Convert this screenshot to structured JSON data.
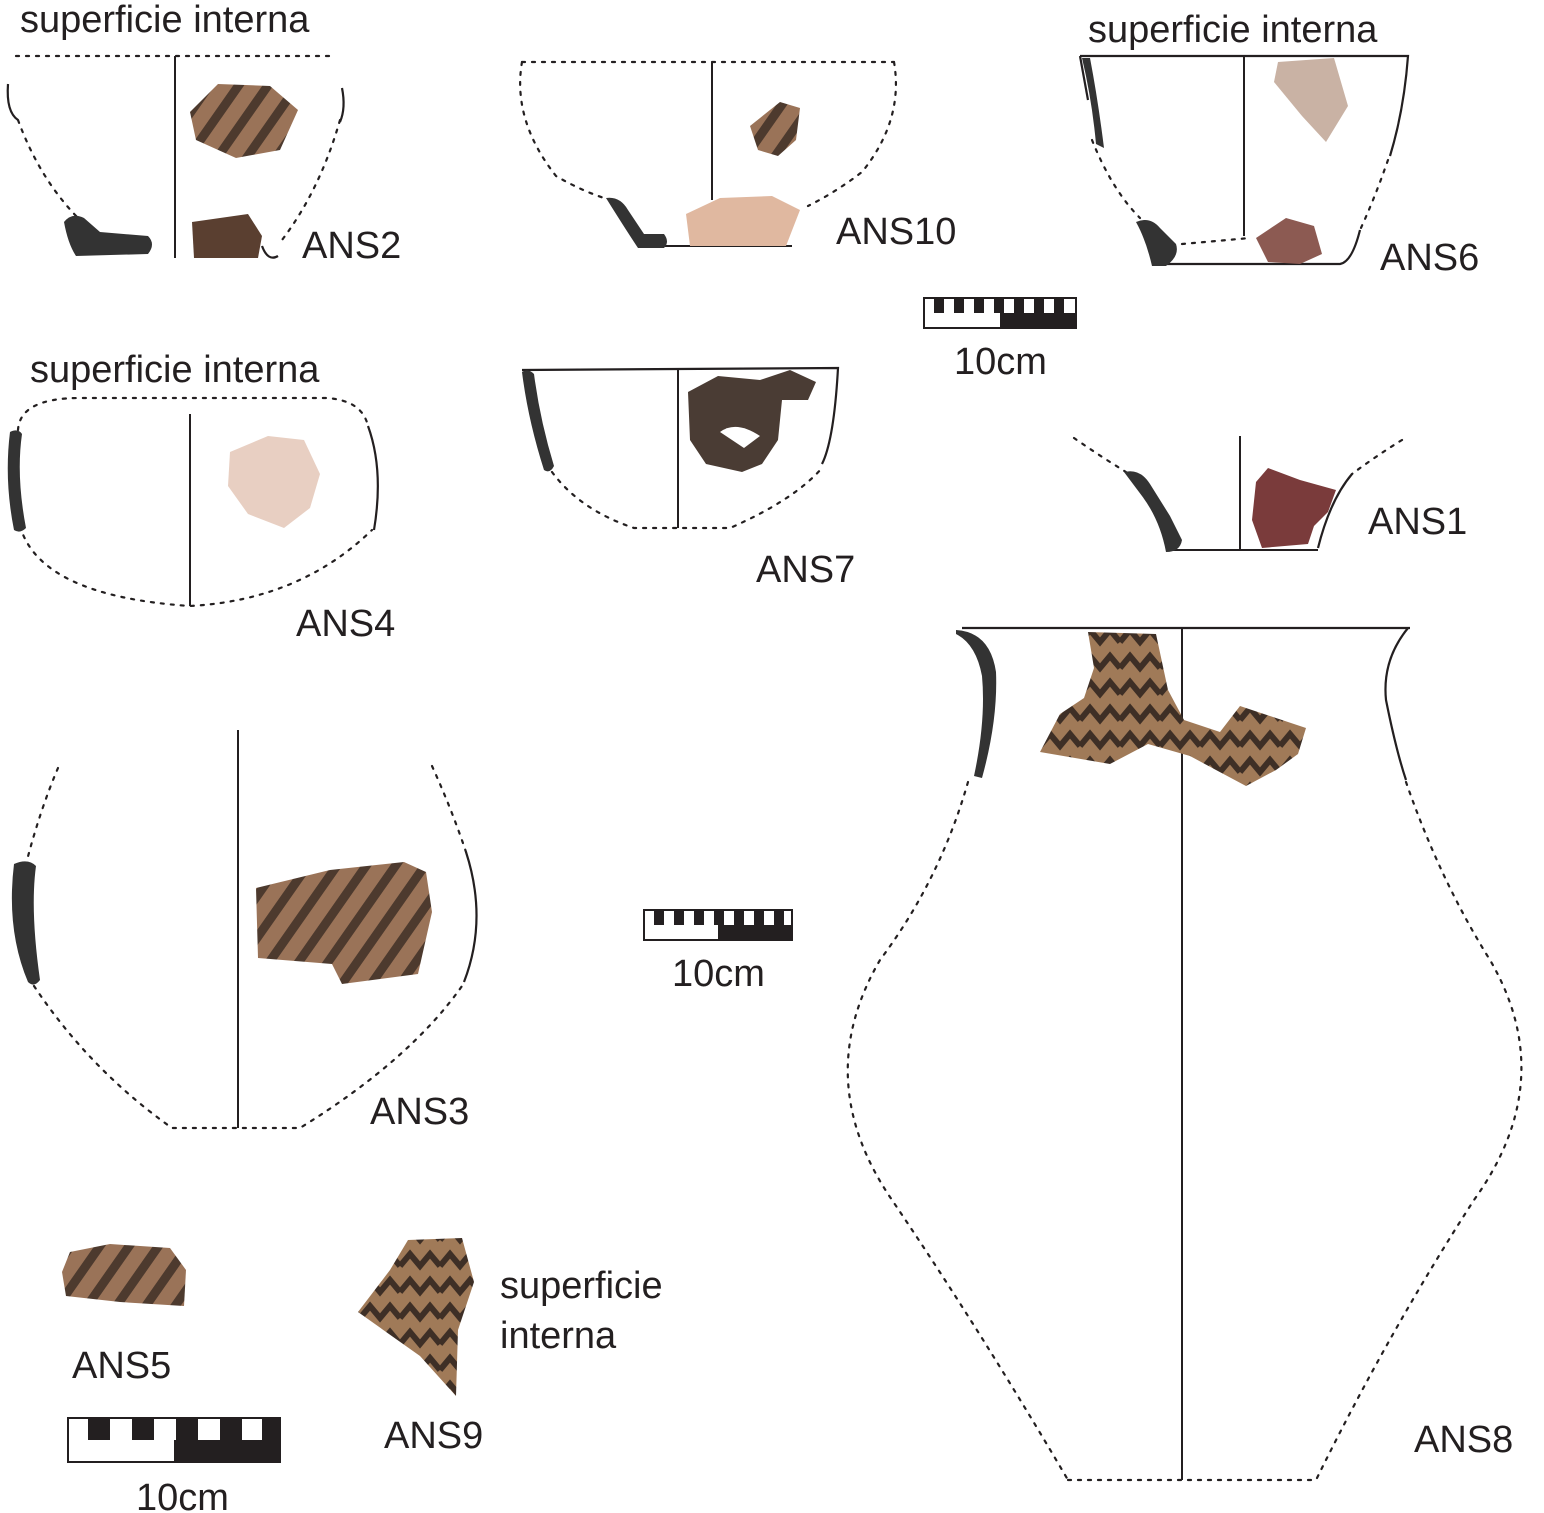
{
  "captions": {
    "inner_surface": "superficie interna",
    "inner_surface_line1": "superficie",
    "inner_surface_line2": "interna"
  },
  "pieces": {
    "ans1": "ANS1",
    "ans2": "ANS2",
    "ans3": "ANS3",
    "ans4": "ANS4",
    "ans5": "ANS5",
    "ans6": "ANS6",
    "ans7": "ANS7",
    "ans8": "ANS8",
    "ans9": "ANS9",
    "ans10": "ANS10"
  },
  "scale_label": "10cm",
  "colors": {
    "ink": "#231f20",
    "section_fill": "#333333",
    "sherd_brown": "#8a6a50",
    "sherd_dark": "#4a3a30",
    "sherd_pale": "#e2c9b8",
    "sherd_red": "#7a3b3b"
  }
}
